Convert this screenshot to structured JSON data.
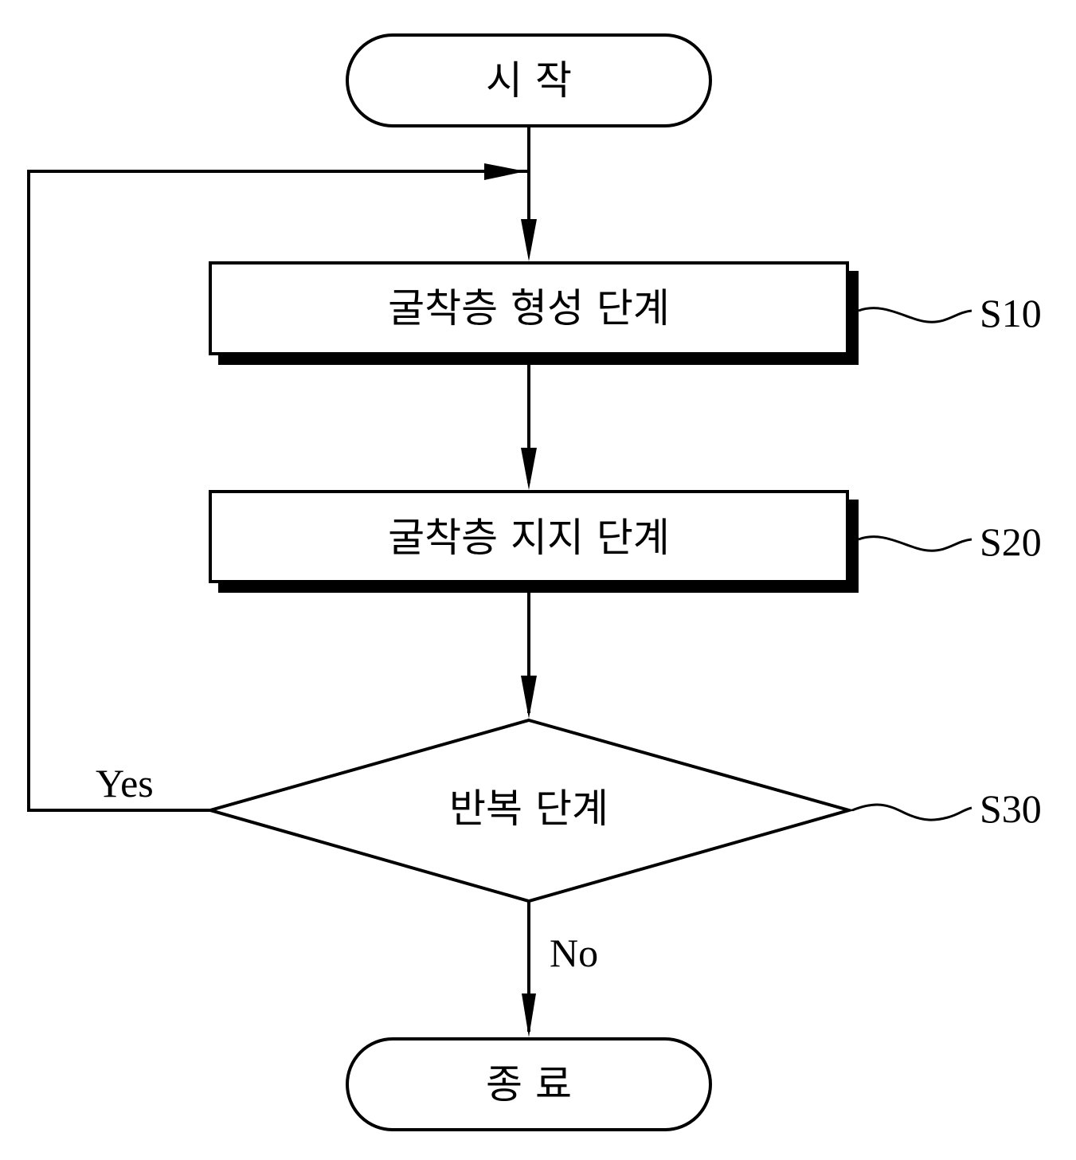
{
  "flowchart": {
    "start": {
      "label": "시 작"
    },
    "steps": [
      {
        "label": "굴착층 형성 단계",
        "ref": "S10"
      },
      {
        "label": "굴착층 지지 단계",
        "ref": "S20"
      }
    ],
    "decision": {
      "label": "반복 단계",
      "ref": "S30"
    },
    "end": {
      "label": "종 료"
    },
    "edges": {
      "yes_label": "Yes",
      "no_label": "No"
    }
  },
  "colors": {
    "stroke": "#000000",
    "background": "#ffffff"
  }
}
